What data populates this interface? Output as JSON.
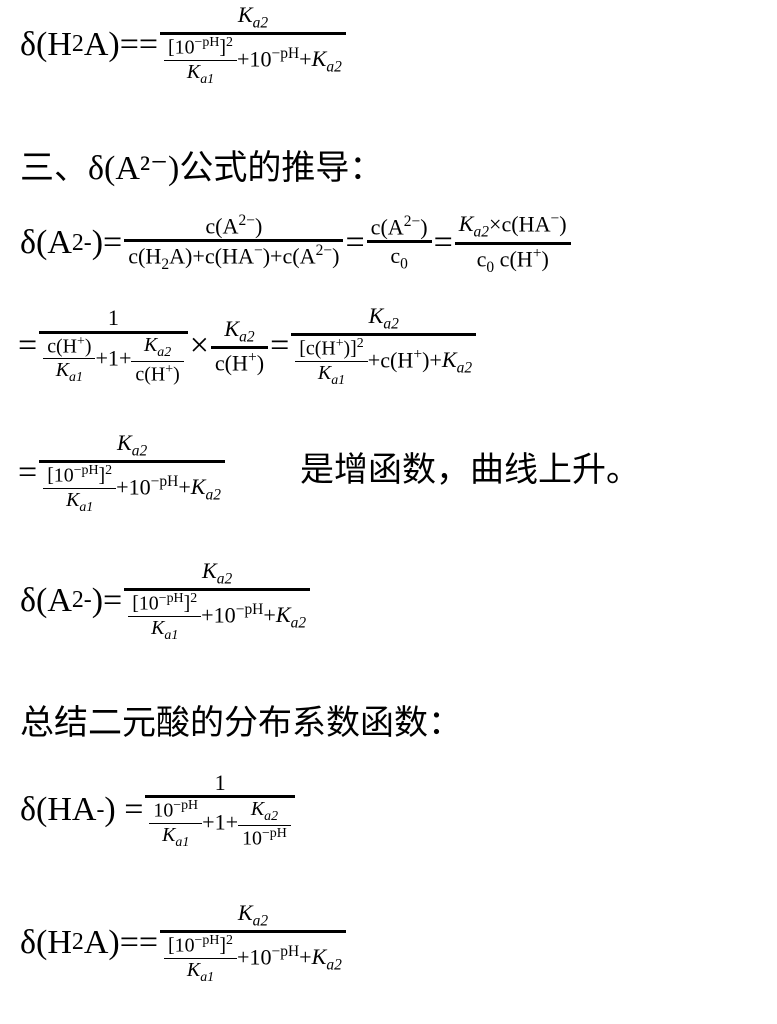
{
  "headings": {
    "a2_derivation": "三、δ(A²⁻)公式的推导：",
    "summary": "总结二元酸的分布系数函数：",
    "increasing_note": "是增函数，曲线上升。"
  },
  "formulas": {
    "h2a_top": [
      "δ(H",
      {
        "sub": "2"
      },
      "A)==",
      {
        "frac": [
          [
            {
              "i": "K",
              "sub": "a2"
            }
          ],
          [
            {
              "frac": [
                [
                  "[10",
                  {
                    "sup": "−pH"
                  },
                  "]",
                  {
                    "sup": "2"
                  }
                ],
                [
                  {
                    "i": "K",
                    "sub": "a1"
                  }
                ]
              ]
            },
            "+10",
            {
              "sup": "−pH"
            },
            "+",
            {
              "i": "K",
              "sub": "a2"
            }
          ]
        ]
      }
    ],
    "a2_step1": [
      "δ(A",
      {
        "sup": "2-"
      },
      ")=",
      {
        "frac": [
          [
            "c(A",
            {
              "sup": "2−"
            },
            ")"
          ],
          [
            "c(H",
            {
              "sub": "2"
            },
            "A)+c(HA",
            {
              "sup": "−"
            },
            ")+c(A",
            {
              "sup": "2−"
            },
            ")"
          ]
        ]
      },
      " =",
      {
        "frac": [
          [
            "c(A",
            {
              "sup": "2−"
            },
            ")"
          ],
          [
            "c",
            {
              "sub": "0"
            }
          ]
        ]
      },
      " = ",
      {
        "frac": [
          [
            {
              "i": "K",
              "sub": "a2"
            },
            "×c(HA",
            {
              "sup": "−"
            },
            ")"
          ],
          [
            "c",
            {
              "sub": "0"
            },
            " c(H",
            {
              "sup": "+"
            },
            ")"
          ]
        ]
      }
    ],
    "a2_step2": [
      "=",
      {
        "frac": [
          [
            "1"
          ],
          [
            {
              "frac": [
                [
                  "c(H",
                  {
                    "sup": "+"
                  },
                  ")"
                ],
                [
                  {
                    "i": "K",
                    "sub": "a1"
                  }
                ]
              ]
            },
            "+1+",
            {
              "frac": [
                [
                  {
                    "i": "K",
                    "sub": "a2"
                  }
                ],
                [
                  "c(H",
                  {
                    "sup": "+"
                  },
                  ")"
                ]
              ]
            }
          ]
        ]
      },
      "×",
      {
        "frac": [
          [
            {
              "i": "K",
              "sub": "a2"
            }
          ],
          [
            "c(H",
            {
              "sup": "+"
            },
            ")"
          ]
        ]
      },
      " = ",
      {
        "frac": [
          [
            {
              "i": "K",
              "sub": "a2"
            }
          ],
          [
            {
              "frac": [
                [
                  "[c(H",
                  {
                    "sup": "+"
                  },
                  ")]",
                  {
                    "sup": "2"
                  }
                ],
                [
                  {
                    "i": "K",
                    "sub": "a1"
                  }
                ]
              ]
            },
            "+c(H",
            {
              "sup": "+"
            },
            ")+",
            {
              "i": "K",
              "sub": "a2"
            }
          ]
        ]
      }
    ],
    "a2_step3": [
      "=",
      {
        "frac": [
          [
            {
              "i": "K",
              "sub": "a2"
            }
          ],
          [
            {
              "frac": [
                [
                  "[10",
                  {
                    "sup": "−pH"
                  },
                  "]",
                  {
                    "sup": "2"
                  }
                ],
                [
                  {
                    "i": "K",
                    "sub": "a1"
                  }
                ]
              ]
            },
            "+10",
            {
              "sup": "−pH"
            },
            "+",
            {
              "i": "K",
              "sub": "a2"
            }
          ]
        ]
      }
    ],
    "a2_result": [
      "δ(A",
      {
        "sup": "2-"
      },
      ")=",
      {
        "frac": [
          [
            {
              "i": "K",
              "sub": "a2"
            }
          ],
          [
            {
              "frac": [
                [
                  "[10",
                  {
                    "sup": "−pH"
                  },
                  "]",
                  {
                    "sup": "2"
                  }
                ],
                [
                  {
                    "i": "K",
                    "sub": "a1"
                  }
                ]
              ]
            },
            "+10",
            {
              "sup": "−pH"
            },
            "+",
            {
              "i": "K",
              "sub": "a2"
            }
          ]
        ]
      }
    ],
    "ha_summary": [
      "δ(HA",
      {
        "sup": "-"
      },
      ") = ",
      {
        "frac": [
          [
            "1"
          ],
          [
            {
              "frac": [
                [
                  "10",
                  {
                    "sup": "−pH"
                  }
                ],
                [
                  {
                    "i": "K",
                    "sub": "a1"
                  }
                ]
              ]
            },
            "+1+",
            {
              "frac": [
                [
                  {
                    "i": "K",
                    "sub": "a2"
                  }
                ],
                [
                  "10",
                  {
                    "sup": "−pH"
                  }
                ]
              ]
            }
          ]
        ]
      }
    ],
    "h2a_summary": [
      "δ(H",
      {
        "sub": "2"
      },
      "A)==",
      {
        "frac": [
          [
            {
              "i": "K",
              "sub": "a2"
            }
          ],
          [
            {
              "frac": [
                [
                  "[10",
                  {
                    "sup": "−pH"
                  },
                  "]",
                  {
                    "sup": "2"
                  }
                ],
                [
                  {
                    "i": "K",
                    "sub": "a1"
                  }
                ]
              ]
            },
            "+10",
            {
              "sup": "−pH"
            },
            "+",
            {
              "i": "K",
              "sub": "a2"
            }
          ]
        ]
      }
    ]
  }
}
